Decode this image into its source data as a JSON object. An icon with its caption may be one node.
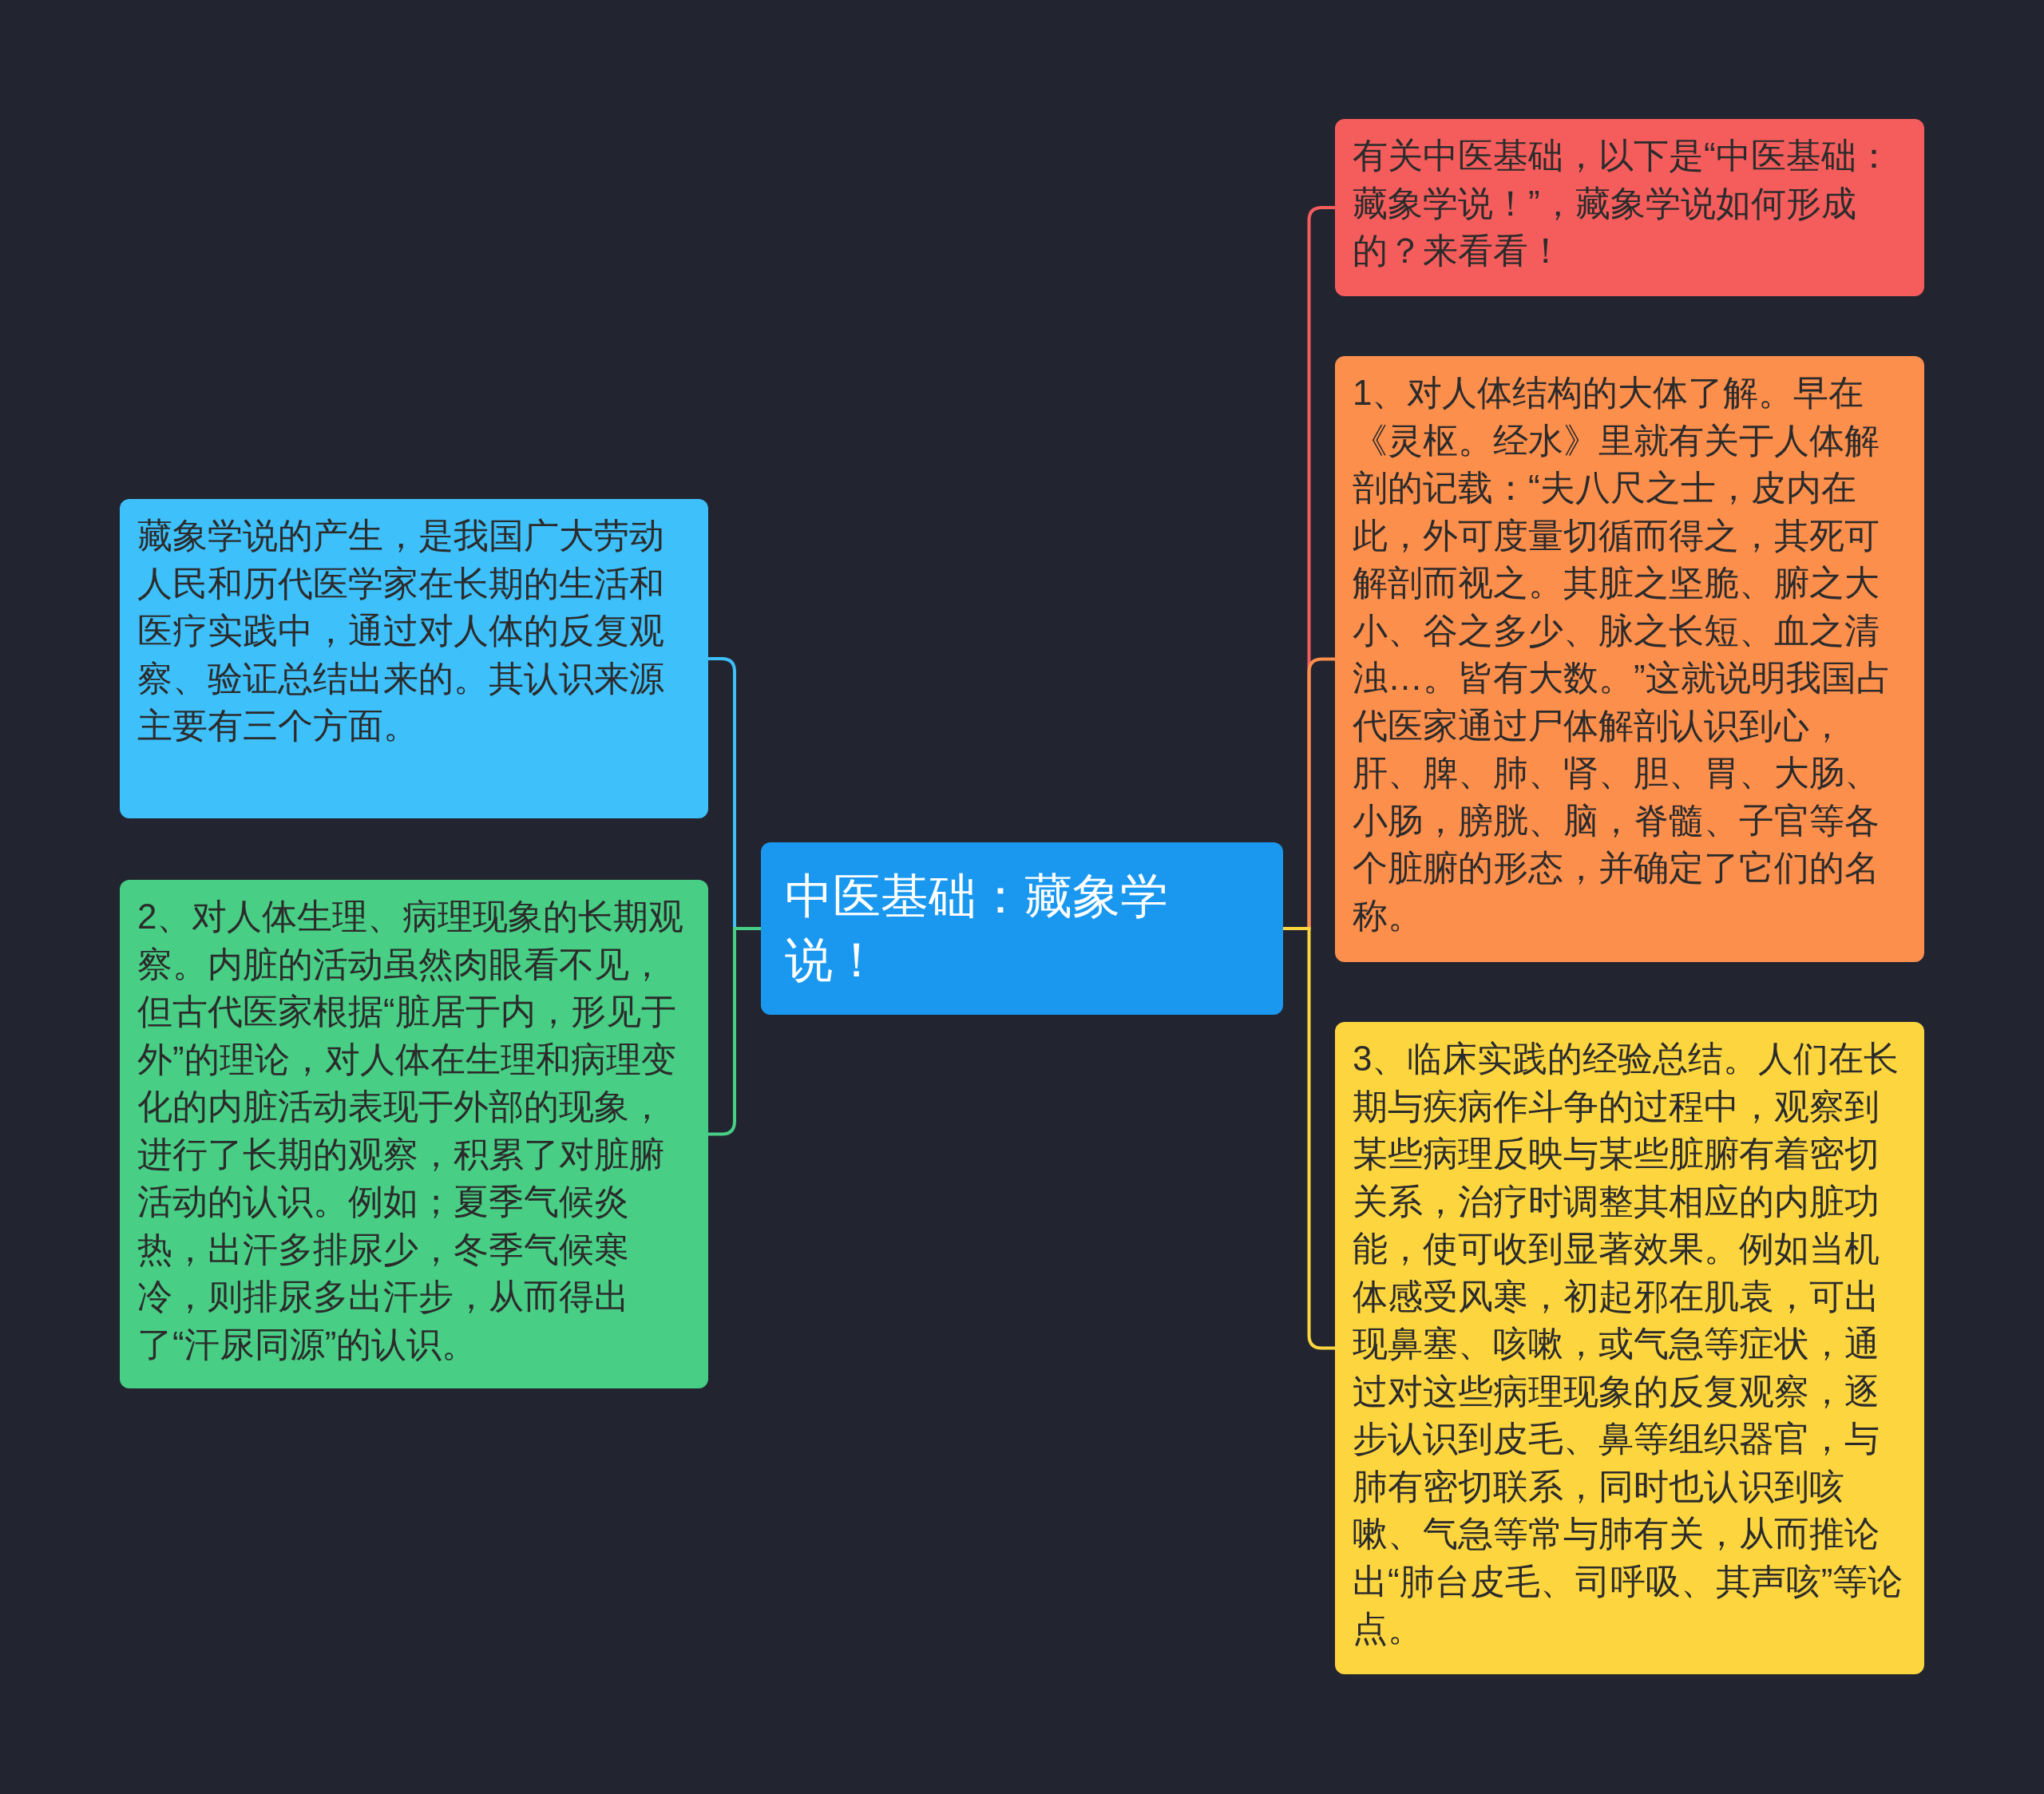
{
  "diagram": {
    "nodes": [
      {
        "text": [
          "中医基础：藏象学说！"
        ]
      },
      {
        "text": [
          "有关中医基础，以下是“中医基础：藏象学说！”，藏象学说如何形成的？来看看！"
        ]
      },
      {
        "text": [
          "1、对人体结构的大体了解。早在《灵枢。经水》里就有关于人体解剖的记载：“夫八尺之士，皮内在此，外可度量切循而得之，其死可解剖而视之。其脏之坚脆、腑之大小、谷之多少、脉之长短、血之清浊…。皆有大数。”这就说明我国占代医家通过尸体解剖认识到心，肝、脾、肺、肾、胆、胃、大肠、小肠，膀胱、脑，脊髓、子官等各个脏腑的形态，并确定了它们的名称。"
        ]
      },
      {
        "text": [
          "3、临床实践的经验总结。人们在长期与疾病作斗争的过程中，观察到某些病理反映与某些脏腑有着密切关系，治疗时调整其相应的内脏功能，使可收到显著效果。例如当机体感受风寒，初起邪在肌袁，可出现鼻塞、咳嗽，或气急等症状，通过对这些病理现象的反复观察，逐步认识到皮毛、鼻等组织器官，与肺有密切联系，同时也认识到咳嗽、气急等常与肺有关，从而推论出“肺台皮毛、司呼吸、其声咳”等论点。"
        ]
      },
      {
        "text": [
          "藏象学说的产生，是我国广大劳动人民和历代医学家在长期的生活和医疗实践中，通过对人体的反复观察、验证总结出来的。其认识来源主要有三个方面。"
        ]
      },
      {
        "text": [
          "2、对人体生理、病理现象的长期观察。内脏的活动虽然肉眼看不见，但古代医家根据“脏居于内，形见于外”的理论，对人体在生理和病理变化的内脏活动表现于外部的现象，进行了长期的观察，积累了对脏腑活动的认识。例如；夏季气候炎热，出汗多排尿少，冬季气候寒冷，则排尿多出汗步，从而得出了“汗尿同源”的认识。"
        ]
      }
    ],
    "edges": [
      {
        "from": 0,
        "to": 1,
        "arrow": "none",
        "color": "#f55d5d"
      },
      {
        "from": 0,
        "to": 2,
        "arrow": "none",
        "color": "#fd8f4d"
      },
      {
        "from": 0,
        "to": 3,
        "arrow": "none",
        "color": "#fdd63f"
      },
      {
        "from": 0,
        "to": 4,
        "arrow": "none",
        "color": "#3ec0fb"
      },
      {
        "from": 0,
        "to": 5,
        "arrow": "none",
        "color": "#48ce85"
      }
    ]
  }
}
